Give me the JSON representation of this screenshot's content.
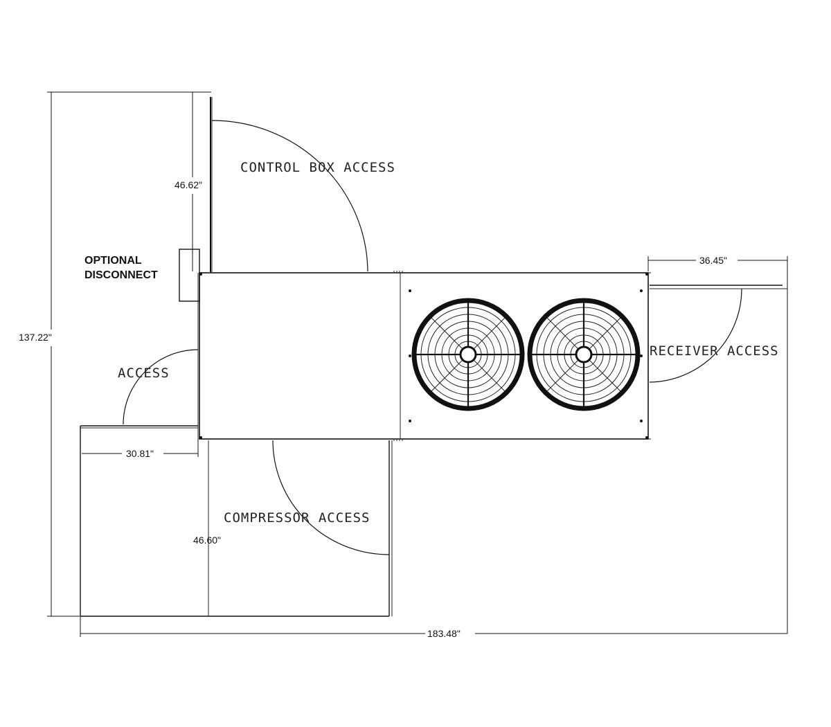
{
  "labels": {
    "control_box_access": "CONTROL BOX ACCESS",
    "receiver_access": "RECEIVER ACCESS",
    "access": "ACCESS",
    "compressor_access": "COMPRESSOR ACCESS",
    "optional_disconnect_line1": "OPTIONAL",
    "optional_disconnect_line2": "DISCONNECT"
  },
  "dimensions": {
    "overall_height": "137.22\"",
    "overall_width": "183.48\"",
    "control_box_clearance": "46.62\"",
    "receiver_clearance": "36.45\"",
    "access_clearance": "30.81\"",
    "compressor_clearance": "46.60\""
  },
  "icons": {
    "fan": "fan-icon"
  },
  "colors": {
    "line": "#111111",
    "background": "#ffffff"
  }
}
